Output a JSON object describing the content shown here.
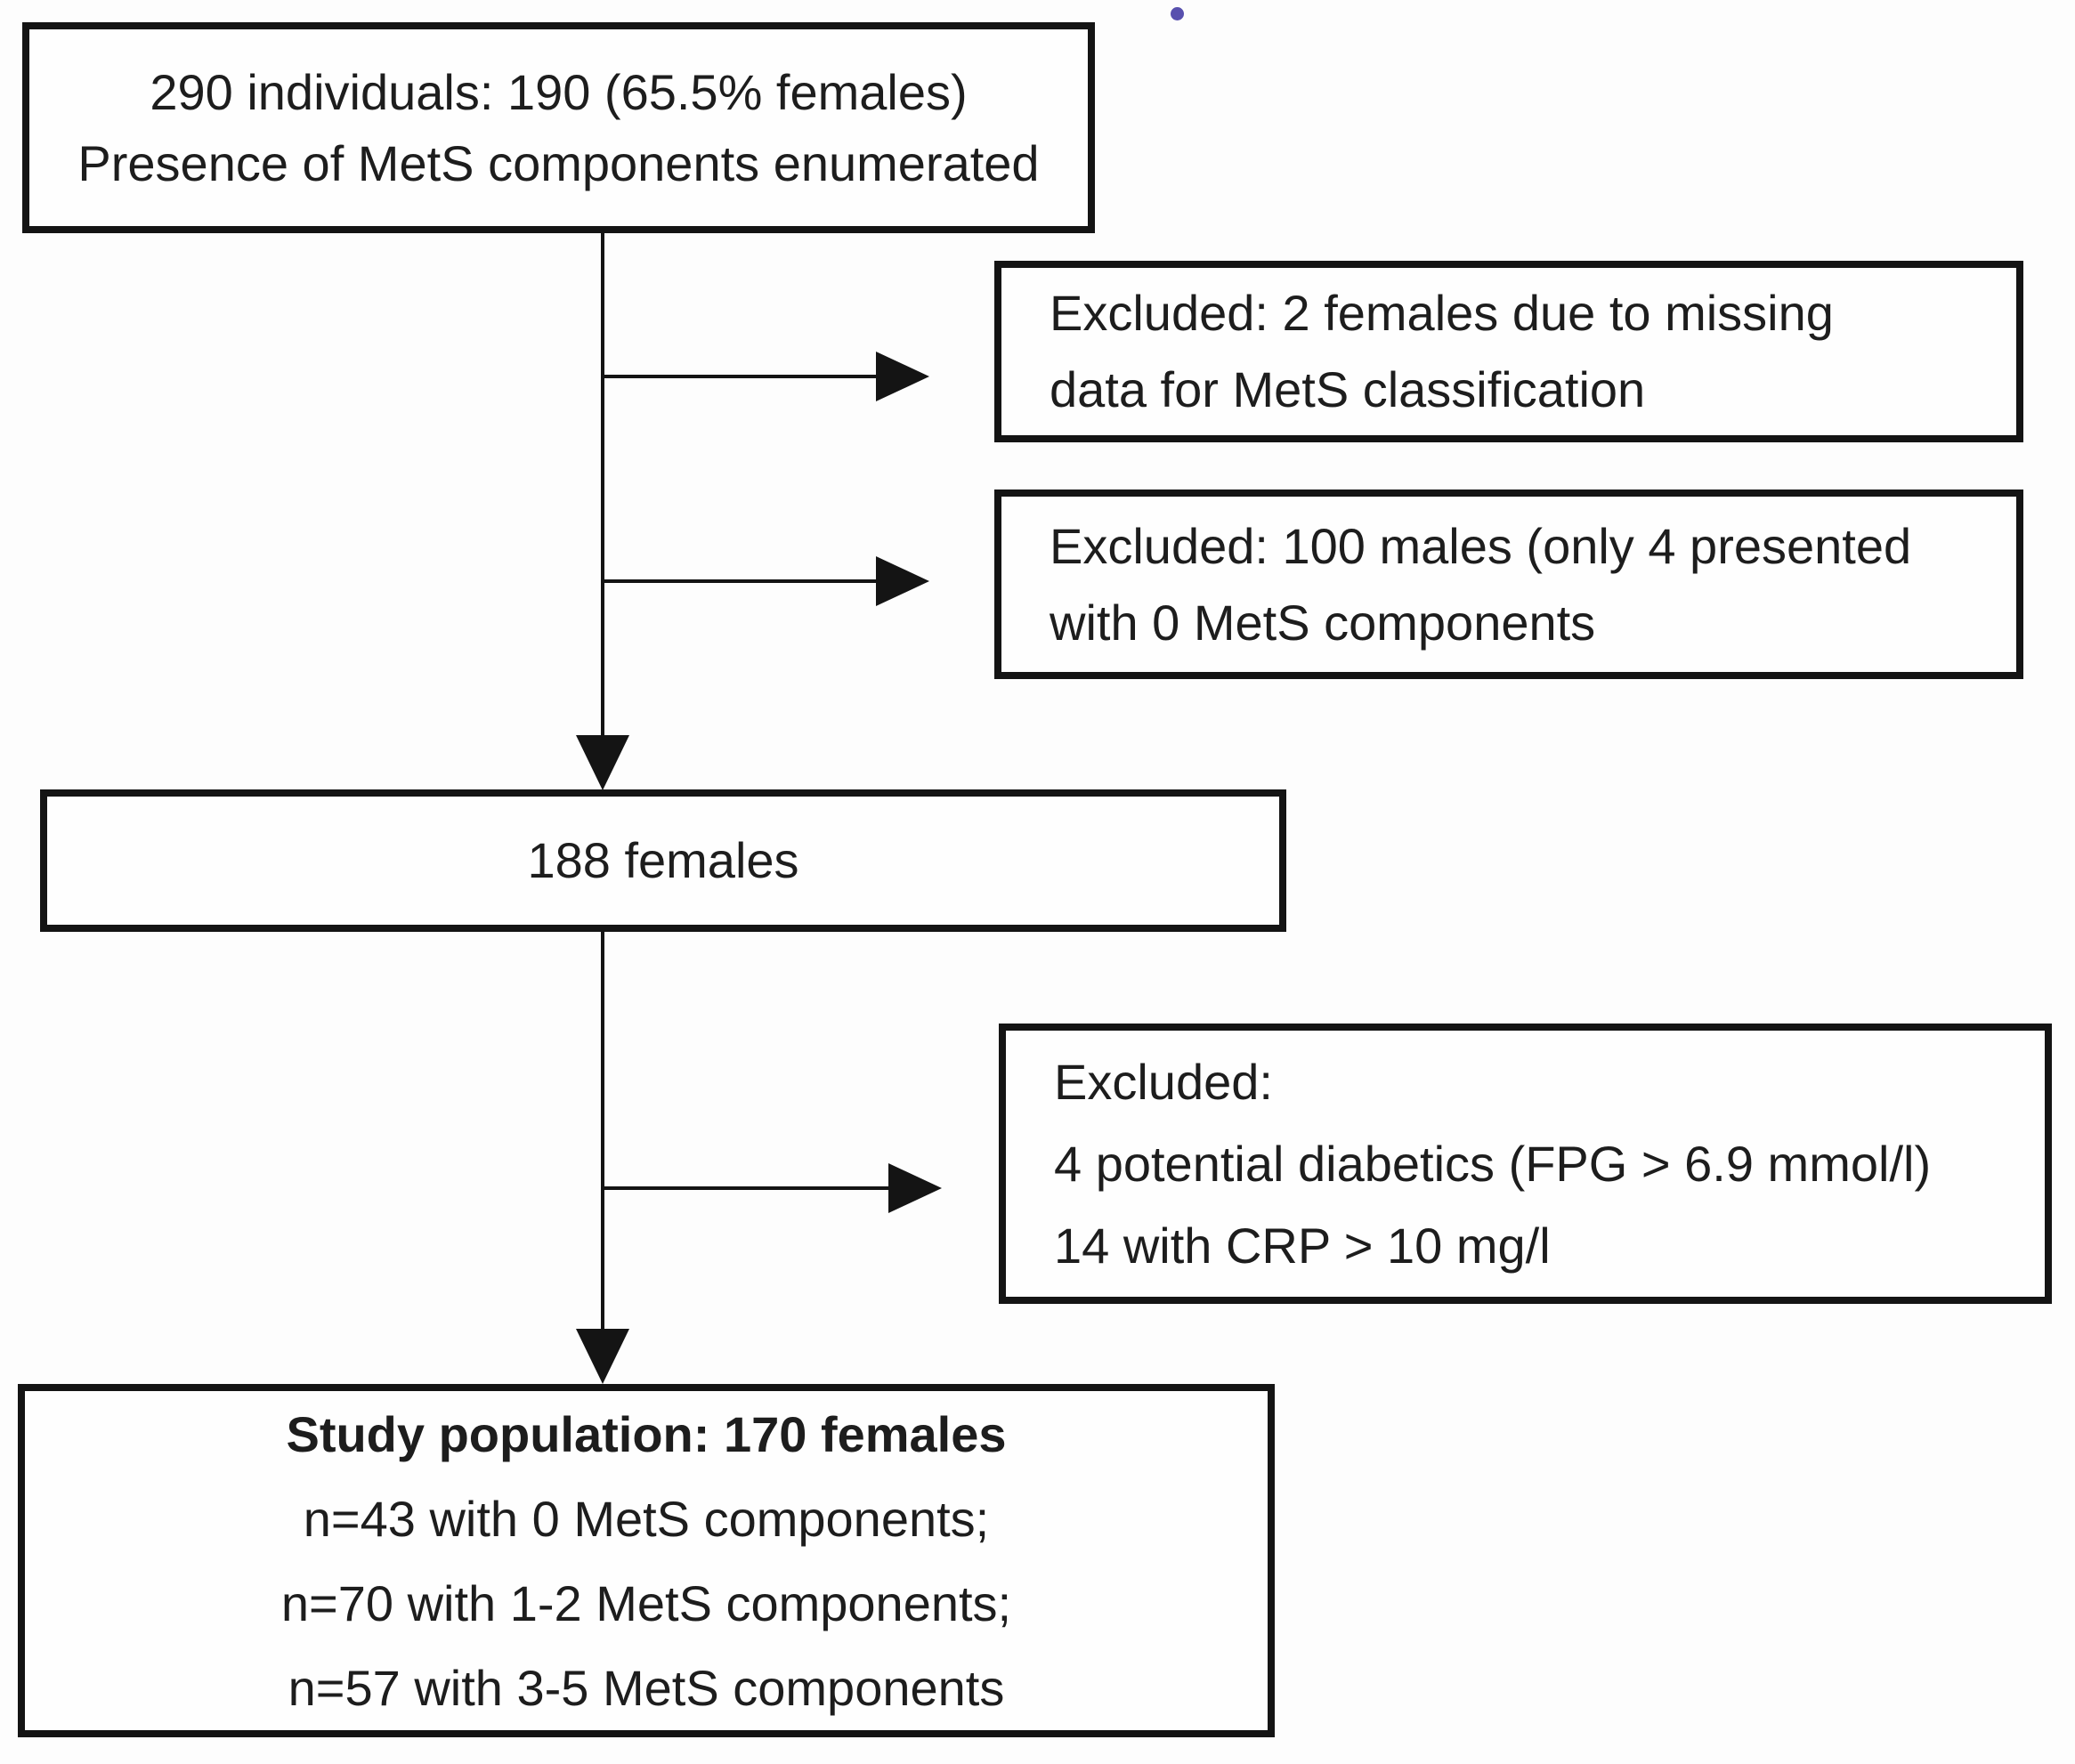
{
  "diagram": {
    "type": "study-flowchart",
    "colors": {
      "background": "#fdfdfd",
      "line": "#141414",
      "text": "#1d1d1d",
      "stray_dot": "#5850ae"
    },
    "nodes": {
      "enrollment": {
        "lines": [
          "290 individuals: 190 (65.5% females)",
          "Presence of MetS components enumerated"
        ]
      },
      "excluded_missing": {
        "lines": [
          "Excluded: 2 females due to missing",
          "data for MetS classification"
        ]
      },
      "excluded_males": {
        "lines": [
          "Excluded: 100 males (only 4 presented",
          "with 0 MetS components"
        ]
      },
      "females_188": {
        "lines": [
          "188 females"
        ]
      },
      "excluded_labs": {
        "lines": [
          "Excluded:",
          "4 potential diabetics (FPG > 6.9 mmol/l)",
          "14 with CRP > 10 mg/l"
        ]
      },
      "study_population": {
        "title": "Study population: 170 females",
        "lines": [
          "n=43 with 0 MetS components;",
          "n=70 with 1-2 MetS components;",
          "n=57 with 3-5 MetS components"
        ]
      }
    }
  }
}
